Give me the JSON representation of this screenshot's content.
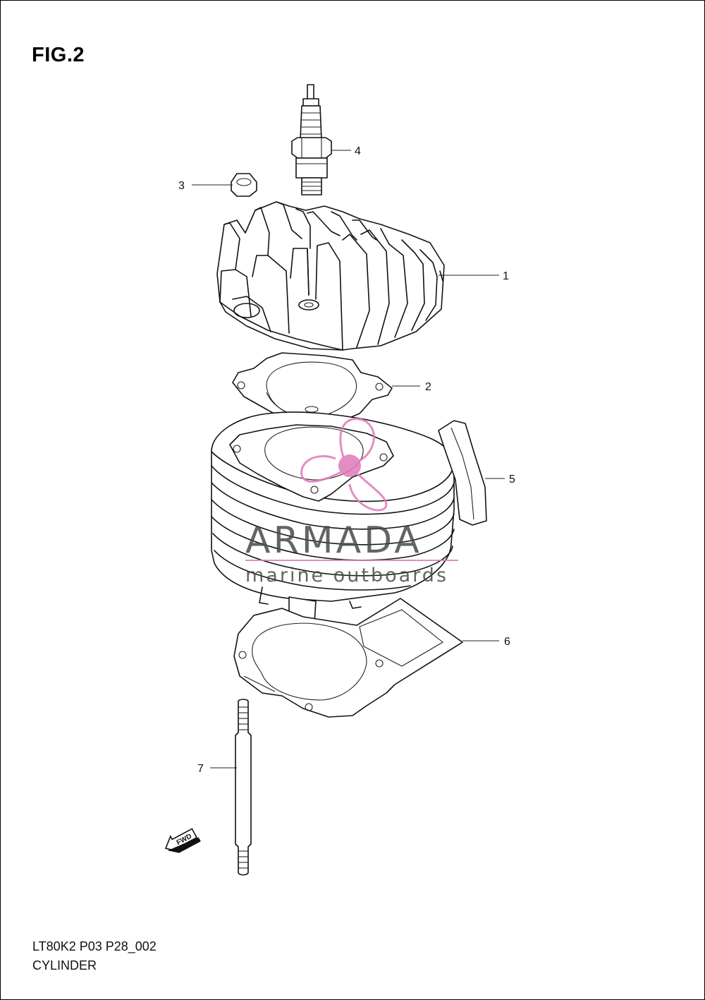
{
  "figure": {
    "title": "FIG.2",
    "code": "LT80K2 P03 P28_002",
    "name": "CYLINDER"
  },
  "callouts": [
    {
      "number": "1"
    },
    {
      "number": "2"
    },
    {
      "number": "3"
    },
    {
      "number": "4"
    },
    {
      "number": "5"
    },
    {
      "number": "6"
    },
    {
      "number": "7"
    }
  ],
  "fwd_label": "FWD",
  "watermark": {
    "brand": "ARMADA",
    "tagline": "marine outboards",
    "color": "#e07ab8"
  }
}
